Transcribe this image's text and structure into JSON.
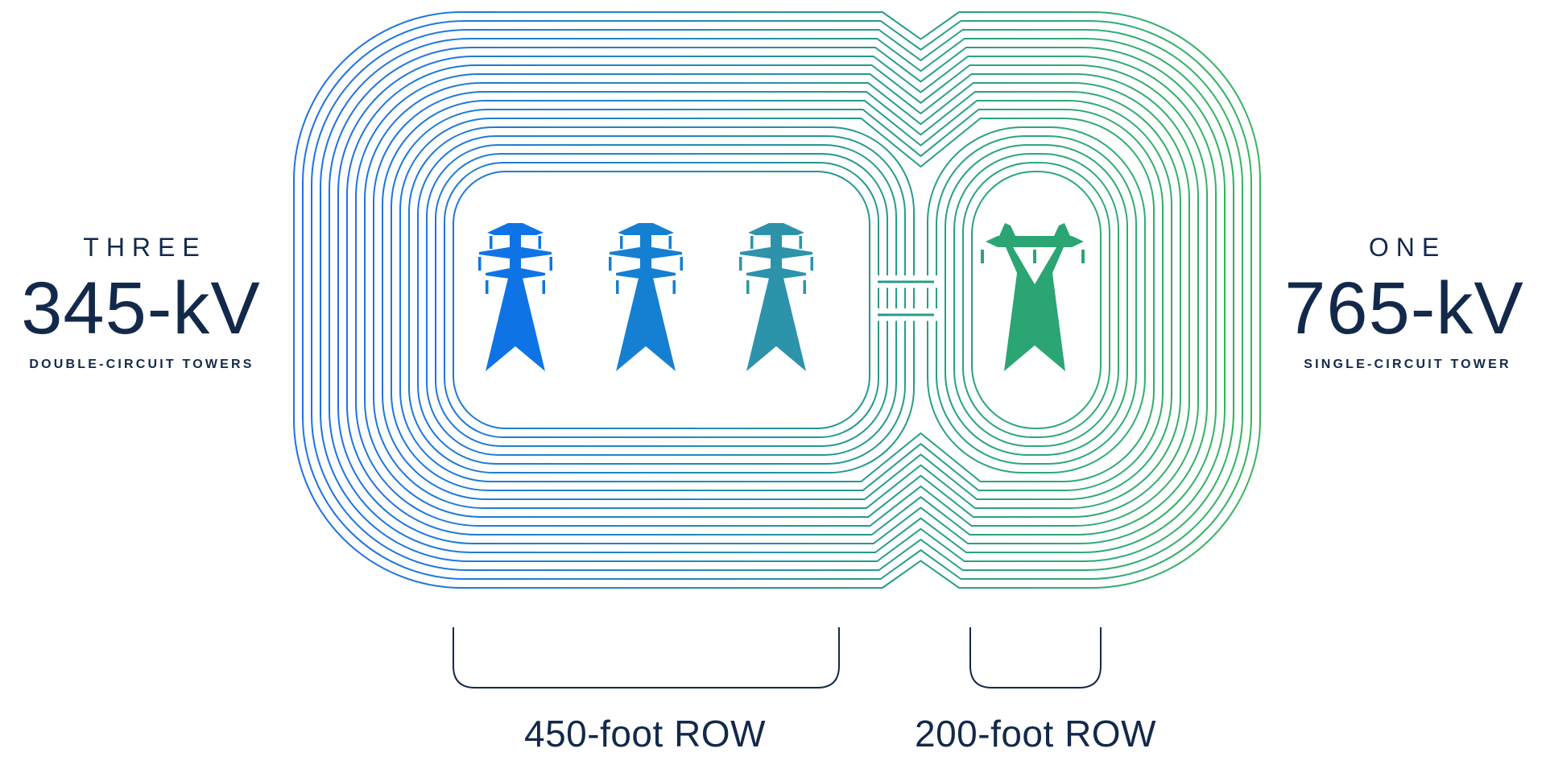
{
  "page": {
    "background": "#ffffff"
  },
  "left_group": {
    "count": "THREE",
    "voltage": "345-kV",
    "type": "DOUBLE-CIRCUIT TOWERS"
  },
  "right_group": {
    "count": "ONE",
    "voltage": "765-kV",
    "type": "SINGLE-CIRCUIT TOWER"
  },
  "row": {
    "left_label": "450-foot ROW",
    "right_label": "200-foot ROW"
  },
  "icons": {
    "left_towers": [
      "double-circuit-tower-icon",
      "double-circuit-tower-icon",
      "double-circuit-tower-icon"
    ],
    "right_tower": "single-circuit-tower-icon",
    "equals_mark": "equals-connector-icon"
  },
  "colors": {
    "navy": "#13294b",
    "line_gradient": [
      "#1f6fe8",
      "#1e86c4",
      "#23998f",
      "#2ca878",
      "#38b45c"
    ],
    "tower_blue_1": "#0e74e6",
    "tower_blue_2": "#157fd2",
    "tower_teal": "#2d93ab",
    "tower_green_from": "#2ba573",
    "tower_green_to": "#3ec553"
  }
}
